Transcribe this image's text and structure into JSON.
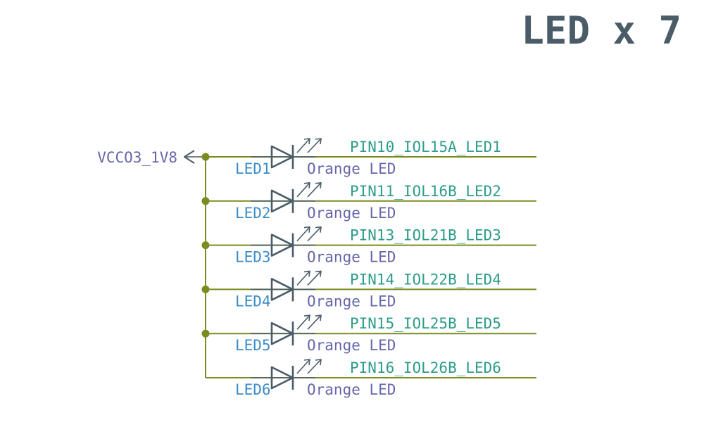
{
  "title": "LED x 7",
  "power": {
    "net": "VCCO3_1V8"
  },
  "leds": [
    {
      "ref": "LED1",
      "value": "Orange LED",
      "net": "PIN10_IOL15A_LED1"
    },
    {
      "ref": "LED2",
      "value": "Orange LED",
      "net": "PIN11_IOL16B_LED2"
    },
    {
      "ref": "LED3",
      "value": "Orange LED",
      "net": "PIN13_IOL21B_LED3"
    },
    {
      "ref": "LED4",
      "value": "Orange LED",
      "net": "PIN14_IOL22B_LED4"
    },
    {
      "ref": "LED5",
      "value": "Orange LED",
      "net": "PIN15_IOL25B_LED5"
    },
    {
      "ref": "LED6",
      "value": "Orange LED",
      "net": "PIN16_IOL26B_LED6"
    }
  ],
  "colors": {
    "wire": "#7a8c1f",
    "symbol": "#4a5c68",
    "net_label": "#2d9c8a",
    "reference": "#3c8cc8",
    "value": "#6666aa"
  }
}
